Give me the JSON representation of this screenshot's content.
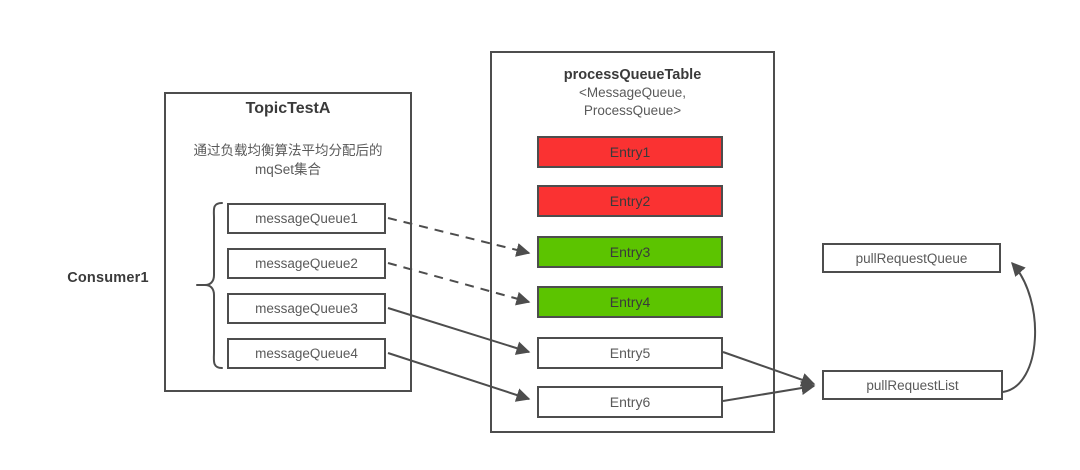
{
  "diagram": {
    "consumer": {
      "label": "Consumer1"
    },
    "topic": {
      "title": "TopicTestA",
      "description_line1": "通过负载均衡算法平均分配后的",
      "description_line2": "mqSet集合",
      "queues": [
        {
          "label": "messageQueue1"
        },
        {
          "label": "messageQueue2"
        },
        {
          "label": "messageQueue3"
        },
        {
          "label": "messageQueue4"
        }
      ]
    },
    "process_queue_table": {
      "title": "processQueueTable",
      "generic_line1": "<MessageQueue,",
      "generic_line2": "ProcessQueue>",
      "entries": [
        {
          "label": "Entry1",
          "fill": "#fa3232",
          "state": "red"
        },
        {
          "label": "Entry2",
          "fill": "#fa3232",
          "state": "red"
        },
        {
          "label": "Entry3",
          "fill": "#5cc400",
          "state": "green"
        },
        {
          "label": "Entry4",
          "fill": "#5cc400",
          "state": "green"
        },
        {
          "label": "Entry5",
          "fill": "#ffffff",
          "state": "plain"
        },
        {
          "label": "Entry6",
          "fill": "#ffffff",
          "state": "plain"
        }
      ]
    },
    "pull_request_queue": {
      "label": "pullRequestQueue"
    },
    "pull_request_list": {
      "label": "pullRequestList"
    },
    "colors": {
      "stroke": "#4d4d4d",
      "text": "#3a3a3a",
      "muted_text": "#5a5a5a",
      "red": "#fa3232",
      "green": "#5cc400",
      "background": "#ffffff"
    },
    "connections": [
      {
        "from": "messageQueue1",
        "to": "Entry3",
        "style": "dashed"
      },
      {
        "from": "messageQueue2",
        "to": "Entry4",
        "style": "dashed"
      },
      {
        "from": "messageQueue3",
        "to": "Entry5",
        "style": "solid"
      },
      {
        "from": "messageQueue4",
        "to": "Entry6",
        "style": "solid"
      },
      {
        "from": "Entry5",
        "to": "pullRequestList",
        "style": "solid"
      },
      {
        "from": "Entry6",
        "to": "pullRequestList",
        "style": "solid"
      },
      {
        "from": "pullRequestList",
        "to": "pullRequestQueue",
        "style": "curved"
      }
    ]
  }
}
